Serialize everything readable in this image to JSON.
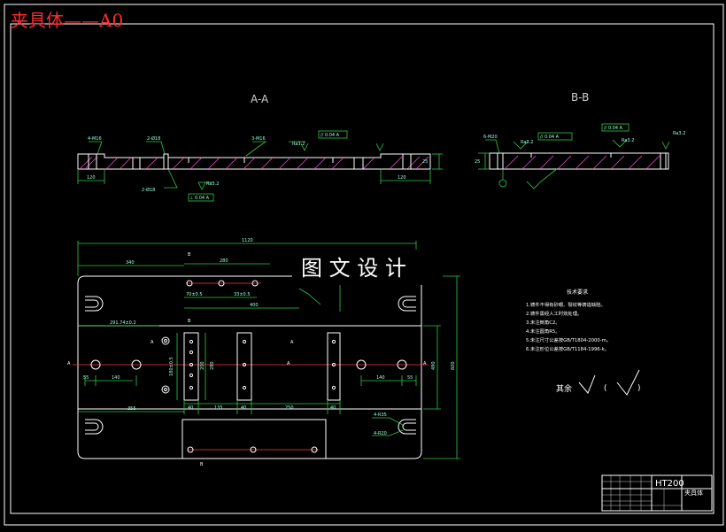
{
  "sheet_title": "夹具体——A0",
  "section_aa_label": "A-A",
  "section_bb_label": "B-B",
  "watermark": "图 文 设 计",
  "aa_callouts": {
    "holes_left": "4-M16",
    "holes_mid": "2-Ø18",
    "holes_right": "3-M16",
    "roughness_top": "Ra3.2",
    "flatness_top": "// 0.04 A",
    "holes_bottom": "2-Ø18",
    "roughness_bottom": "Ra3.2",
    "flatness_bottom": "⊥ 0.04 A",
    "width_left": "120",
    "width_right": "120",
    "height": "25"
  },
  "bb_callouts": {
    "holes": "6-M20",
    "roughness_left": "Ra3.2",
    "flatness_left": "// 0.04 A",
    "flatness_right": "// 0.04 A",
    "roughness_right": "Ra3.2",
    "roughness_far": "Ra3.2",
    "height": "25"
  },
  "plan_dims": {
    "overall": "1120",
    "left_span": "340",
    "mid_span": "280",
    "slot_span": "400",
    "spacing_1": "70±0.5",
    "spacing_2": "33±0.5",
    "bolt_offset": "291.74±0.2",
    "side_height": "180±0.5",
    "left_55": "55",
    "left_140": "140",
    "right_140": "140",
    "right_55": "55",
    "row_355": "355",
    "strip_40a": "40",
    "strip_135": "135",
    "strip_40b": "40",
    "strip_250": "250",
    "strip_40c": "40",
    "strip_200": "200",
    "strip_280": "280",
    "height_490": "490",
    "height_600": "600",
    "holes_r35": "4-R35",
    "holes_r20": "4-R20",
    "label_a_left": "A",
    "label_a_mid": "A",
    "label_a_right": "A",
    "label_a_top": "A",
    "label_a_top2": "A",
    "label_b_top": "B",
    "label_b_bot": "B",
    "label_b_mid": "B"
  },
  "tech_notes": {
    "heading": "技术要求",
    "lines": [
      "1.铸件不得有砂眼、裂纹等铸造缺陷。",
      "2.铸件需经人工时效处理。",
      "3.未注倒角C2。",
      "4.未注圆角R5。",
      "5.未注尺寸公差按GB/T1804-2000-m。",
      "6.未注形位公差按GB/T1184-1996-k。"
    ],
    "roughness_rest": "其余",
    "roughness_paren_open": "(",
    "roughness_paren_close": ")"
  },
  "title_block": {
    "material": "HT200",
    "part_name": "夹具体"
  },
  "colors": {
    "frame": "#ffffff",
    "outline": "#ffffff",
    "dimension": "#2ecc40",
    "centerline": "#ff3b3b",
    "title": "#ff2b2b"
  }
}
